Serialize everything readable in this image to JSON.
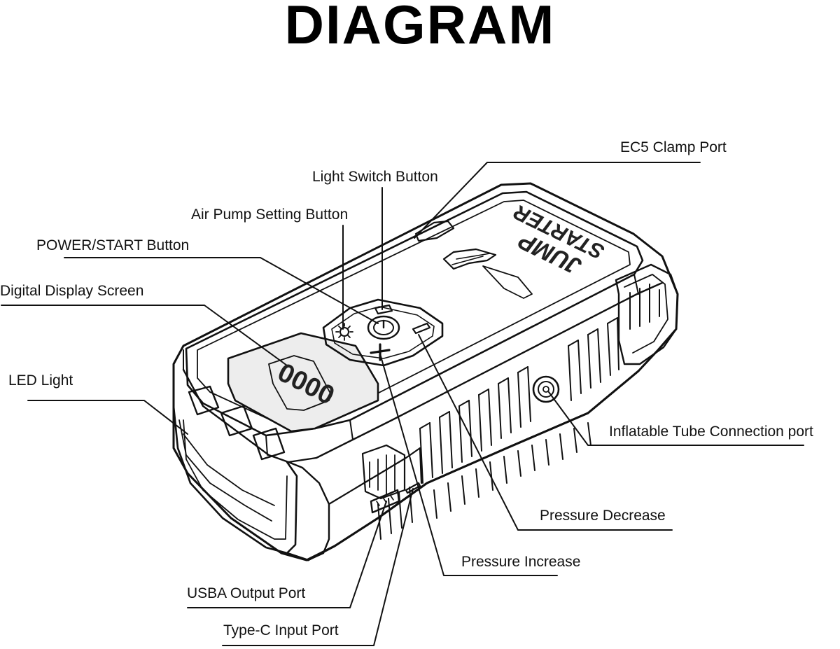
{
  "title": "DIAGRAM",
  "device": {
    "brand_line_1": "JUMP",
    "brand_line_2": "STARTER",
    "display_readout": "0000"
  },
  "labels": {
    "ec5_clamp_port": "EC5 Clamp Port",
    "light_switch_button": "Light Switch Button",
    "air_pump_setting_button": "Air Pump Setting Button",
    "power_start_button": "POWER/START Button",
    "digital_display_screen": "Digital Display Screen",
    "led_light": "LED Light",
    "inflatable_tube_connection_port": "Inflatable Tube Connection port",
    "pressure_decrease": "Pressure Decrease",
    "pressure_increase": "Pressure Increase",
    "usba_output_port": "USBA Output Port",
    "type_c_input_port": "Type-C Input Port"
  },
  "colors": {
    "ink": "#111111",
    "background": "#ffffff",
    "display_fill": "#ededed"
  }
}
